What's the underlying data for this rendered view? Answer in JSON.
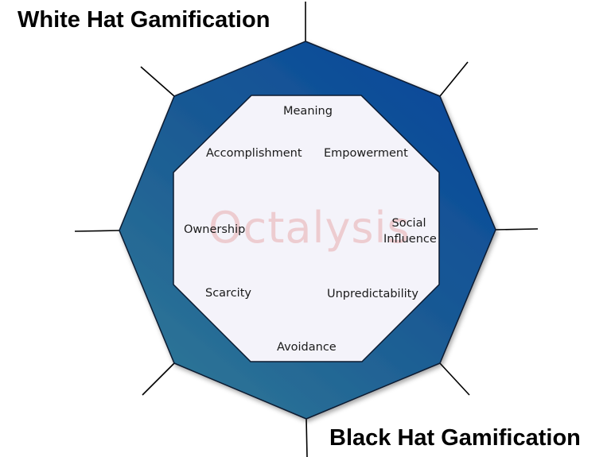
{
  "headings": {
    "top_left": "White Hat Gamification",
    "bottom_right": "Black Hat Gamification"
  },
  "watermark": "Octalysis",
  "drives": {
    "meaning": "Meaning",
    "accomplishment": "Accomplishment",
    "empowerment": "Empowerment",
    "ownership": "Ownership",
    "social_influence_1": "Social",
    "social_influence_2": "Influence",
    "scarcity": "Scarcity",
    "unpredictability": "Unpredictability",
    "avoidance": "Avoidance"
  },
  "colors": {
    "octagon_dark": "#0a4a9a",
    "octagon_mid": "#1a5a94",
    "octagon_light": "#2a6e98",
    "inner_fill": "#f4f3fa",
    "watermark": "#e8a6a8"
  }
}
